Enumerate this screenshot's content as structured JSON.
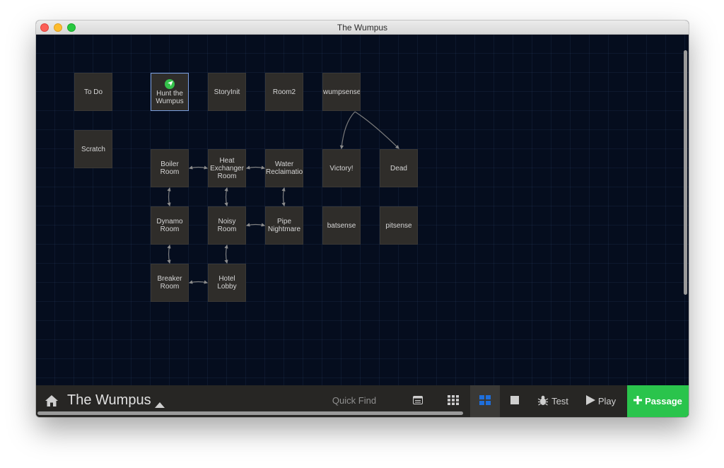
{
  "window": {
    "title": "The Wumpus"
  },
  "passages": [
    {
      "id": "todo",
      "name": "To Do"
    },
    {
      "id": "hunt",
      "name": "Hunt the Wumpus",
      "lines": [
        "Hunt the",
        "Wumpus"
      ],
      "start": true,
      "selected": true
    },
    {
      "id": "storyinit",
      "name": "StoryInit"
    },
    {
      "id": "room2",
      "name": "Room2"
    },
    {
      "id": "wumpsense",
      "name": "wumpsense"
    },
    {
      "id": "scratch",
      "name": "Scratch"
    },
    {
      "id": "boiler",
      "name": "Boiler Room",
      "lines": [
        "Boiler",
        "Room"
      ]
    },
    {
      "id": "heat",
      "name": "Heat Exchanger Room",
      "lines": [
        "Heat",
        "Exchanger",
        "Room"
      ]
    },
    {
      "id": "water",
      "name": "Water Reclaimation",
      "lines": [
        "Water",
        "Reclaimation"
      ]
    },
    {
      "id": "victory",
      "name": "Victory!"
    },
    {
      "id": "dead",
      "name": "Dead"
    },
    {
      "id": "dynamo",
      "name": "Dynamo Room",
      "lines": [
        "Dynamo",
        "Room"
      ]
    },
    {
      "id": "noisy",
      "name": "Noisy Room",
      "lines": [
        "Noisy",
        "Room"
      ]
    },
    {
      "id": "pipe",
      "name": "Pipe Nightmare",
      "lines": [
        "Pipe",
        "Nightmare"
      ]
    },
    {
      "id": "batsense",
      "name": "batsense"
    },
    {
      "id": "pitsense",
      "name": "pitsense"
    },
    {
      "id": "breaker",
      "name": "Breaker Room",
      "lines": [
        "Breaker",
        "Room"
      ]
    },
    {
      "id": "hotel",
      "name": "Hotel Lobby",
      "lines": [
        "Hotel",
        "Lobby"
      ]
    }
  ],
  "links": [
    {
      "from": "wumpsense",
      "to": "victory",
      "direction": "one-way"
    },
    {
      "from": "wumpsense",
      "to": "dead",
      "direction": "one-way"
    },
    {
      "from": "boiler",
      "to": "heat",
      "direction": "two-way"
    },
    {
      "from": "heat",
      "to": "water",
      "direction": "two-way"
    },
    {
      "from": "boiler",
      "to": "dynamo",
      "direction": "two-way"
    },
    {
      "from": "heat",
      "to": "noisy",
      "direction": "two-way"
    },
    {
      "from": "water",
      "to": "pipe",
      "direction": "two-way"
    },
    {
      "from": "noisy",
      "to": "pipe",
      "direction": "two-way"
    },
    {
      "from": "dynamo",
      "to": "breaker",
      "direction": "two-way"
    },
    {
      "from": "noisy",
      "to": "hotel",
      "direction": "two-way"
    },
    {
      "from": "breaker",
      "to": "hotel",
      "direction": "two-way"
    }
  ],
  "toolbar": {
    "story_title": "The Wumpus",
    "quick_find_placeholder": "Quick Find",
    "test_label": "Test",
    "play_label": "Play",
    "add_passage_label": "Passage",
    "active_zoom": "zoom-medium"
  },
  "colors": {
    "canvas_bg": "#050d1e",
    "passage_bg": "#2f2d2a",
    "selected_border": "#7b9fe0",
    "start_badge": "#35c24b",
    "add_button": "#2ac44c",
    "toolbar_bg": "#272624"
  },
  "icons": {
    "home": "home-icon",
    "story_menu": "caret-up-icon",
    "details": "story-details-icon",
    "zoom_small": "zoom-small-icon",
    "zoom_medium": "zoom-medium-icon",
    "zoom_large": "zoom-large-icon",
    "test": "bug-icon",
    "play": "play-icon",
    "add": "plus-icon",
    "start": "rocket-icon"
  }
}
